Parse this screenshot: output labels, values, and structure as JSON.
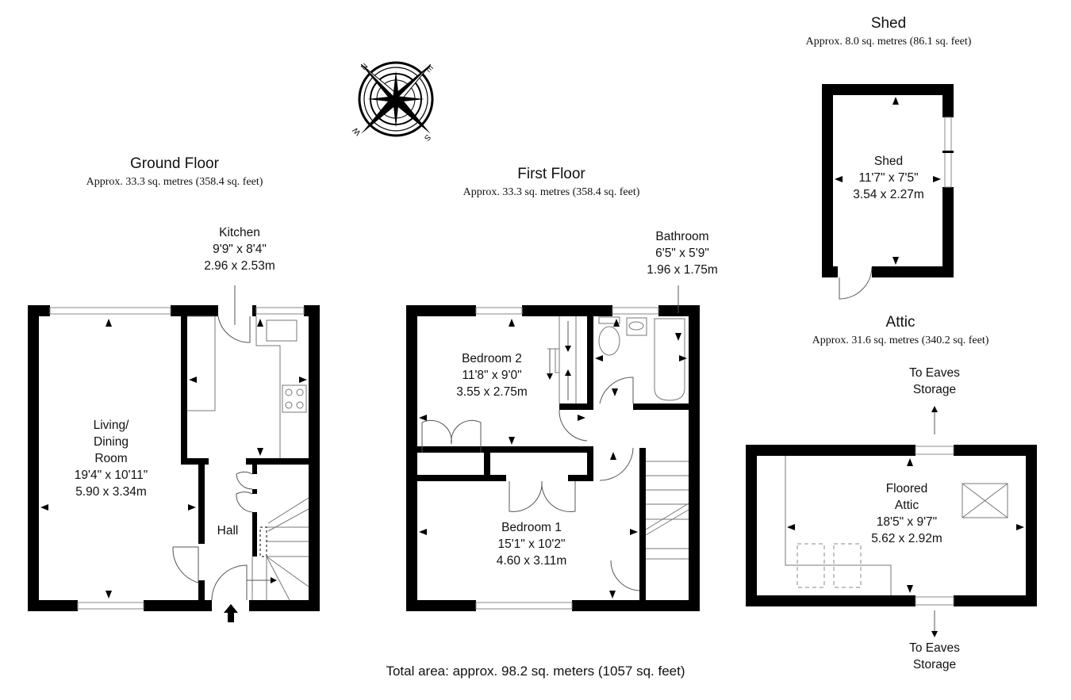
{
  "compass": {
    "icon": "compass-rose-icon",
    "letters": [
      "N",
      "E",
      "S",
      "W"
    ]
  },
  "floors": {
    "ground": {
      "title": "Ground Floor",
      "area": "Approx. 33.3 sq. metres (358.4 sq. feet)",
      "rooms": {
        "kitchen": {
          "name": "Kitchen",
          "imperial": "9'9\" x 8'4\"",
          "metric": "2.96 x 2.53m"
        },
        "living": {
          "name_line1": "Living/",
          "name_line2": "Dining",
          "name_line3": "Room",
          "imperial": "19'4\" x 10'11\"",
          "metric": "5.90 x 3.34m"
        },
        "hall": {
          "name": "Hall"
        }
      }
    },
    "first": {
      "title": "First Floor",
      "area": "Approx. 33.3 sq. metres (358.4 sq. feet)",
      "rooms": {
        "bathroom": {
          "name": "Bathroom",
          "imperial": "6'5\" x 5'9\"",
          "metric": "1.96 x 1.75m"
        },
        "bedroom2": {
          "name": "Bedroom 2",
          "imperial": "11'8\" x 9'0\"",
          "metric": "3.55 x 2.75m"
        },
        "bedroom1": {
          "name": "Bedroom 1",
          "imperial": "15'1\" x 10'2\"",
          "metric": "4.60 x 3.11m"
        }
      }
    },
    "shed": {
      "title": "Shed",
      "area": "Approx. 8.0 sq. metres (86.1 sq. feet)",
      "rooms": {
        "shed": {
          "name": "Shed",
          "imperial": "11'7\" x 7'5\"",
          "metric": "3.54 x 2.27m"
        }
      }
    },
    "attic": {
      "title": "Attic",
      "area": "Approx. 31.6 sq. metres (340.2 sq. feet)",
      "rooms": {
        "attic": {
          "name_line1": "Floored",
          "name_line2": "Attic",
          "imperial": "18'5\" x 9'7\"",
          "metric": "5.62 x 2.92m"
        }
      },
      "eaves_top": {
        "line1": "To Eaves",
        "line2": "Storage"
      },
      "eaves_bottom": {
        "line1": "To Eaves",
        "line2": "Storage"
      }
    }
  },
  "total_area": "Total area: approx. 98.2 sq. meters (1057 sq. feet)"
}
